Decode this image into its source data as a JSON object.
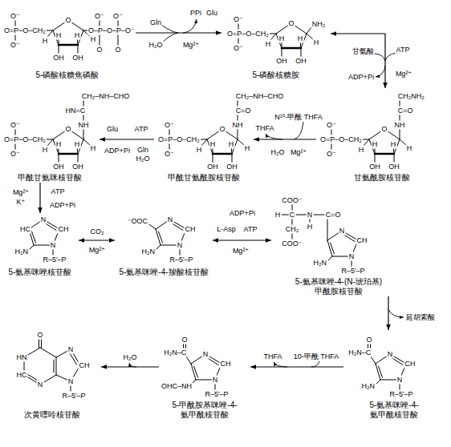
{
  "diagram": {
    "nodes": [
      {
        "text": [
          "5-磷酸核糖焦磷酸"
        ]
      },
      {
        "text": [
          "5-磷酸核糖胺"
        ]
      },
      {
        "text": [
          "甲酰甘氨咪核苷酸"
        ]
      },
      {
        "text": [
          "甲酰甘氨酰胺核苷酸"
        ]
      },
      {
        "text": [
          "甘氨酰胺核苷酸"
        ]
      },
      {
        "text": [
          "5-氨基咪唑核苷酸"
        ]
      },
      {
        "text": [
          "5-氨基咪唑-4-羧酸核苷酸"
        ]
      },
      {
        "text": [
          "5-氨基咪唑-4-(N-琥珀基) 甲酰胺核苷酸"
        ]
      },
      {
        "text": [
          "次黄嘌呤核苷酸"
        ]
      },
      {
        "text": [
          "5-甲酰胺基咪唑-4- 氨甲酰核苷酸"
        ]
      },
      {
        "text": [
          "5-氨基咪唑-4- 氨甲酰核苷酸"
        ]
      }
    ],
    "edges": [
      {
        "from": 0,
        "to": 1,
        "arrow": "to"
      },
      {
        "from": 1,
        "to": 4,
        "arrow": "both"
      },
      {
        "from": 4,
        "to": 3,
        "arrow": "to"
      },
      {
        "from": 3,
        "to": 2,
        "arrow": "to"
      },
      {
        "from": 2,
        "to": 5,
        "arrow": "to"
      },
      {
        "from": 5,
        "to": 6,
        "arrow": "both"
      },
      {
        "from": 6,
        "to": 7,
        "arrow": "both"
      },
      {
        "from": 7,
        "to": 10,
        "arrow": "to"
      },
      {
        "from": 10,
        "to": 9,
        "arrow": "to"
      },
      {
        "from": 9,
        "to": 8,
        "arrow": "to"
      }
    ],
    "labels": [
      "O⁻",
      "O=P–O–CH₂",
      "O⁻",
      "O",
      "H",
      "H",
      "H",
      "H",
      "OH",
      "OH",
      "O–P–O–P–O⁻",
      "O⁻",
      "O⁻",
      "O",
      "O",
      "Gln",
      "H₂O",
      "PPi",
      "Glu",
      "Mg²⁺",
      "O⁻",
      "O=P–O–CH₂",
      "O⁻",
      "O",
      "H",
      "H",
      "H",
      "H",
      "OH",
      "OH",
      "NH₂",
      "甘氨酸",
      "ATP",
      "Mg²⁺",
      "ADP+Pi",
      "O⁻",
      "O=P–O–CH₂",
      "O⁻",
      "O",
      "H",
      "H",
      "H",
      "H",
      "OH",
      "OH",
      "NH",
      "HN=C",
      "CH₂–NH–CHO",
      "Glu",
      "ATP",
      "ADP+Pi",
      "Gln",
      "H₂O",
      "O⁻",
      "O=P–O–CH₂",
      "O⁻",
      "O",
      "H",
      "H",
      "H",
      "H",
      "OH",
      "OH",
      "NH",
      "C=O",
      "CH₂–NH–CHO",
      "THFA",
      "N¹⁰-甲酰 THFA",
      "H₂O",
      "Mg²⁺",
      "O⁻",
      "O=P–O–CH₂",
      "O⁻",
      "O",
      "H",
      "H",
      "H",
      "H",
      "OH",
      "OH",
      "NH",
      "C=O",
      "CH₂NH₂",
      "Mg²⁺",
      "K⁺",
      "ATP",
      "ADP+Pi",
      "N",
      "CH",
      "N",
      "R–5′–P",
      "H₂N",
      "HC",
      "CO₂",
      "Mg²⁺",
      "N",
      "CH",
      "N",
      "R–5′–P",
      "H₂N",
      "⁻OOC",
      "L-Asp",
      "ATP",
      "ADP+Pi",
      "Mg²⁺",
      "N",
      "CH",
      "N",
      "R–5′–P",
      "H₂N",
      "C=O",
      "N",
      "H",
      "C",
      "H",
      "COO⁻",
      "CH₂",
      "COO⁻",
      "延胡索酸",
      "O",
      "HN",
      "HC",
      "N",
      "N",
      "CH",
      "N",
      "R–5′–P",
      "H₂O",
      "N",
      "CH",
      "N",
      "R–5′–P",
      "H₂N–C",
      "O",
      "OHC–NH",
      "THFA",
      "10-甲酰 THFA",
      "N",
      "CH",
      "N",
      "R–5′–P",
      "H₂N",
      "H₂N–C",
      "O"
    ]
  }
}
